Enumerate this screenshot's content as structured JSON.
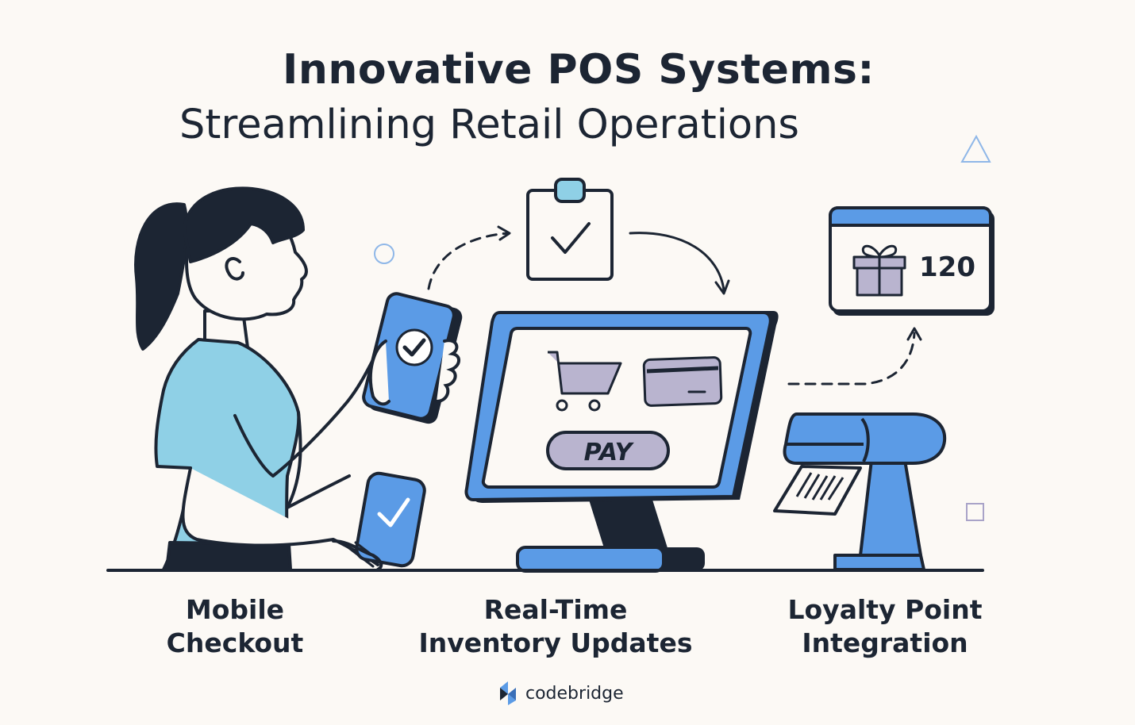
{
  "title": {
    "line1": "Innovative POS Systems:",
    "line2": "Streamlining Retail Operations"
  },
  "illustration": {
    "pay_button": "PAY",
    "loyalty_points": "120"
  },
  "features": [
    {
      "line1": "Mobile",
      "line2": "Checkout"
    },
    {
      "line1": "Real-Time",
      "line2": "Inventory Updates"
    },
    {
      "line1": "Loyalty Point",
      "line2": "Integration"
    }
  ],
  "brand": {
    "name": "codebridge"
  },
  "colors": {
    "background": "#fcf9f5",
    "ink": "#1c2533",
    "blue": "#5b9be6",
    "light_blue": "#8fd0e6",
    "lavender": "#b9b4cf"
  }
}
